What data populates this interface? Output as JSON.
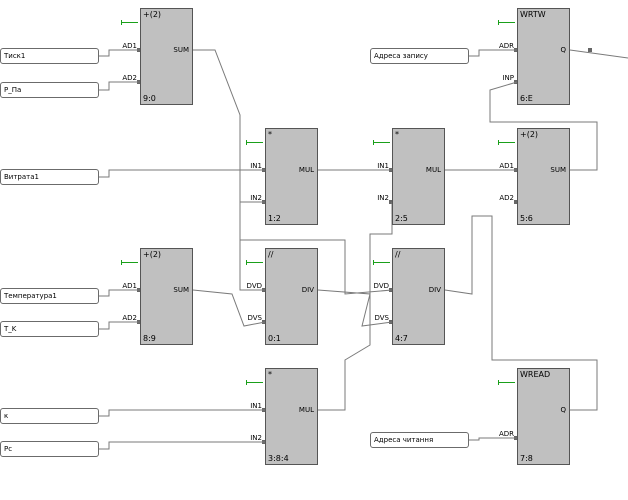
{
  "colors": {
    "block_fill": "#c0c0c0",
    "wire": "#7a7a7a",
    "enable_pin": "#1aa01a",
    "background": "#ffffff"
  },
  "variables": [
    {
      "id": "v1",
      "label": "Тиск1"
    },
    {
      "id": "v2",
      "label": "P_Па"
    },
    {
      "id": "v3",
      "label": "Витрата1"
    },
    {
      "id": "v4",
      "label": "Температура1"
    },
    {
      "id": "v5",
      "label": "T_K"
    },
    {
      "id": "v6",
      "label": "к"
    },
    {
      "id": "v7",
      "label": "Рс"
    },
    {
      "id": "v8",
      "label": "Адреса запису"
    },
    {
      "id": "v9",
      "label": "Адреса читання"
    }
  ],
  "blocks": [
    {
      "id": "b1",
      "title": "+(2)",
      "id_label": "9:0",
      "inputs": [
        "AD1",
        "AD2"
      ],
      "output": "SUM"
    },
    {
      "id": "b2",
      "title": "*",
      "id_label": "1:2",
      "inputs": [
        "IN1",
        "IN2"
      ],
      "output": "MUL"
    },
    {
      "id": "b3",
      "title": "+(2)",
      "id_label": "8:9",
      "inputs": [
        "AD1",
        "AD2"
      ],
      "output": "SUM"
    },
    {
      "id": "b4",
      "title": "//",
      "id_label": "0:1",
      "inputs": [
        "DVD",
        "DVS"
      ],
      "output": "DIV"
    },
    {
      "id": "b5",
      "title": "*",
      "id_label": "3:8:4",
      "inputs": [
        "IN1",
        "IN2"
      ],
      "output": "MUL"
    },
    {
      "id": "b6",
      "title": "*",
      "id_label": "2:5",
      "inputs": [
        "IN1",
        "IN2"
      ],
      "output": "MUL"
    },
    {
      "id": "b7",
      "title": "//",
      "id_label": "4:7",
      "inputs": [
        "DVD",
        "DVS"
      ],
      "output": "DIV"
    },
    {
      "id": "b8",
      "title": "WRTW",
      "id_label": "6:E",
      "inputs": [
        "ADR",
        "INP"
      ],
      "output": "Q"
    },
    {
      "id": "b9",
      "title": "+(2)",
      "id_label": "5:6",
      "inputs": [
        "AD1",
        "AD2"
      ],
      "output": "SUM"
    },
    {
      "id": "b10",
      "title": "WREAD",
      "id_label": "7:8",
      "inputs": [
        "ADR"
      ],
      "output": "Q"
    }
  ]
}
